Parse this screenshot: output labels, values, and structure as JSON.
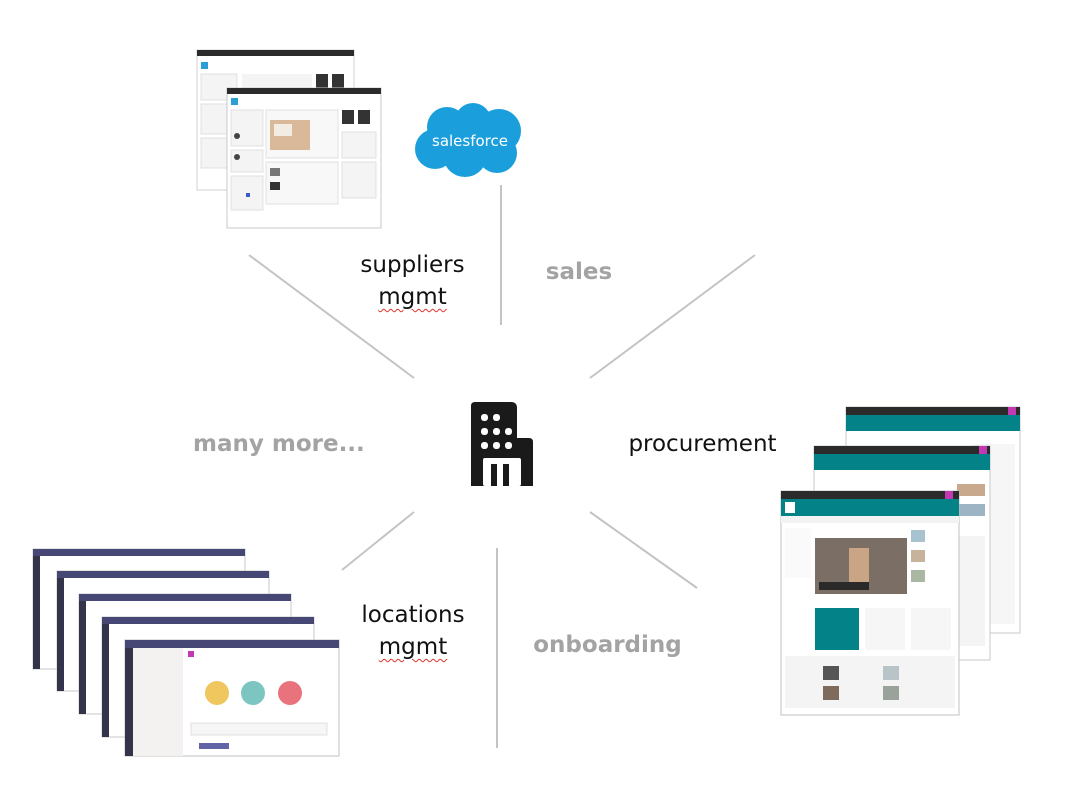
{
  "center": {
    "icon": "office-building-icon"
  },
  "labels": {
    "suppliers_line1": "suppliers",
    "suppliers_line2": "mgmt",
    "sales": "sales",
    "procurement": "procurement",
    "onboarding": "onboarding",
    "locations_line1": "locations",
    "locations_line2": "mgmt",
    "many_more": "many more..."
  },
  "salesforce": {
    "logo_text": "salesforce",
    "color": "#1b9fdc"
  },
  "colors": {
    "spoke": "#c4c4c4",
    "muted_text": "#a3a3a3",
    "dark_text": "#111111",
    "teams_purple": "#464775",
    "sharepoint_teal": "#038387"
  }
}
